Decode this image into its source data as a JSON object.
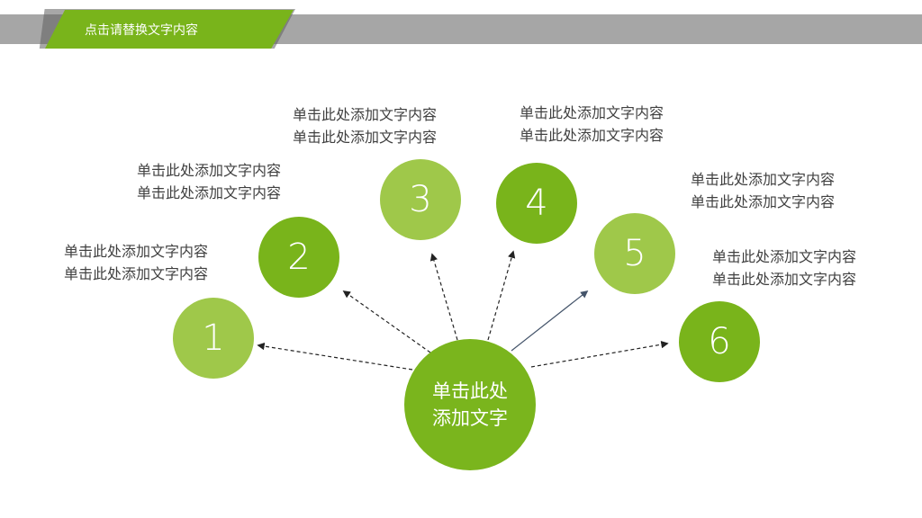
{
  "header": {
    "title": "点击请替换文字内容"
  },
  "center": {
    "line1": "单击此处",
    "line2": "添加文字"
  },
  "colors": {
    "dark_green": "#79b41b",
    "light_green": "#9fc84a",
    "gray_bar": "#a6a6a6",
    "text": "#404040",
    "arrow": "#222222",
    "arrow_solid": "#44546a"
  },
  "nodes": [
    {
      "number": "1",
      "line1": "单击此处添加文字内容",
      "line2": "单击此处添加文字内容"
    },
    {
      "number": "2",
      "line1": "单击此处添加文字内容",
      "line2": "单击此处添加文字内容"
    },
    {
      "number": "3",
      "line1": "单击此处添加文字内容",
      "line2": "单击此处添加文字内容"
    },
    {
      "number": "4",
      "line1": "单击此处添加文字内容",
      "line2": "单击此处添加文字内容"
    },
    {
      "number": "5",
      "line1": "单击此处添加文字内容",
      "line2": "单击此处添加文字内容"
    },
    {
      "number": "6",
      "line1": "单击此处添加文字内容",
      "line2": "单击此处添加文字内容"
    }
  ]
}
